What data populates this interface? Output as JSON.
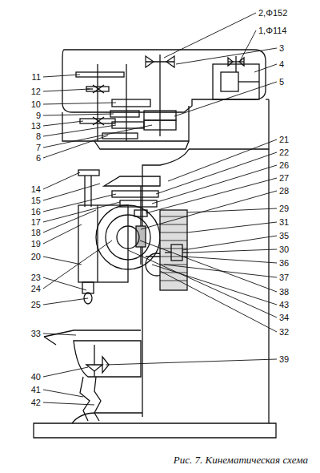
{
  "diagram": {
    "caption": "Рис. 7. Кинематическая схема",
    "labels": [
      "2,Φ152",
      "1,Φ114",
      "3",
      "4",
      "5",
      "11",
      "12",
      "10",
      "9",
      "13",
      "8",
      "7",
      "6",
      "21",
      "22",
      "26",
      "27",
      "28",
      "14",
      "15",
      "16",
      "17",
      "18",
      "19",
      "20",
      "29",
      "31",
      "35",
      "30",
      "36",
      "37",
      "38",
      "43",
      "34",
      "32",
      "23",
      "24",
      "25",
      "33",
      "39",
      "40",
      "41",
      "42"
    ]
  }
}
